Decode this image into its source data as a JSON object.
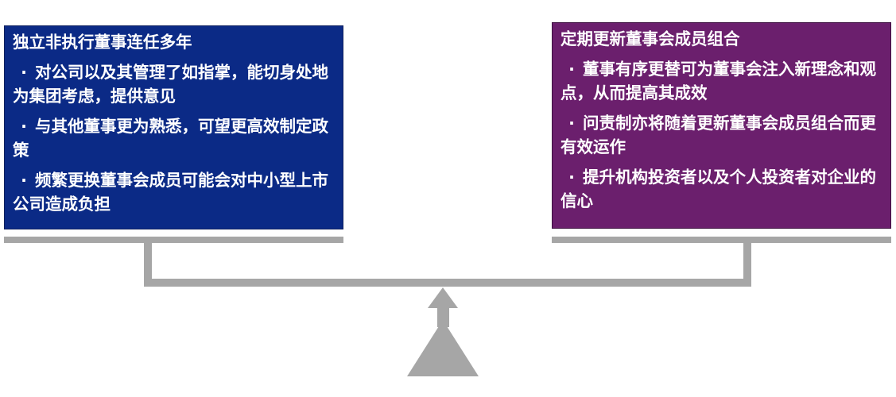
{
  "left_panel": {
    "title": "独立非执行董事连任多年",
    "bullet_symbol": "·",
    "bullets": [
      "对公司以及其管理了如指掌，能切身处地为集团考虑，提供意见",
      "与其他董事更为熟悉，可望更高效制定政策",
      "频繁更换董事会成员可能会对中小型上市公司造成负担"
    ],
    "color": "#0b2a86"
  },
  "right_panel": {
    "title": "定期更新董事会成员组合",
    "bullet_symbol": "·",
    "bullets": [
      "董事有序更替可为董事会注入新理念和观点，从而提高其成效",
      "问责制亦将随着更新董事会成员组合而更有效运作",
      "提升机构投资者以及个人投资者对企业的信心"
    ],
    "color": "#6b1f6d"
  },
  "scale": {
    "color": "#a6a6a6"
  }
}
